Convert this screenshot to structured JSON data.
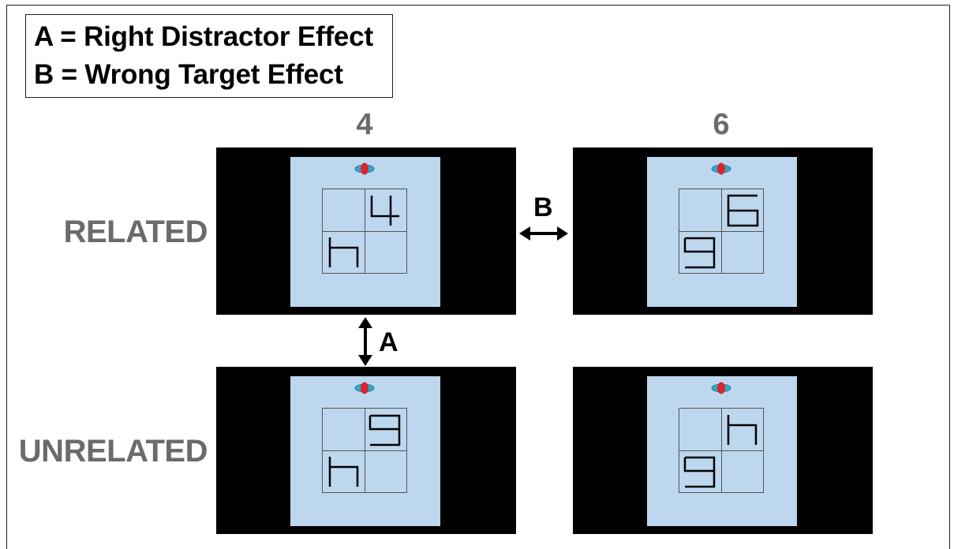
{
  "legend": {
    "line_a": "A = Right Distractor Effect",
    "line_b": "B = Wrong Target Effect"
  },
  "columns": [
    "4",
    "6"
  ],
  "rows": [
    "RELATED",
    "UNRELATED"
  ],
  "arrows": {
    "horizontal_label": "B",
    "vertical_label": "A"
  },
  "panels": [
    {
      "row": "RELATED",
      "column": "4",
      "top_right": "4",
      "bottom_left": "4"
    },
    {
      "row": "RELATED",
      "column": "6",
      "top_right": "6",
      "bottom_left": "9"
    },
    {
      "row": "UNRELATED",
      "column": "4",
      "top_right": "9",
      "bottom_left": "4"
    },
    {
      "row": "UNRELATED",
      "column": "6",
      "top_right": "4",
      "bottom_left": "9"
    }
  ],
  "colors": {
    "screen": "#bcd7ee",
    "panel_bg": "#000000",
    "header_text": "#6b6b6b",
    "fixation_outer": "#35a7c9",
    "fixation_inner": "#d8262c"
  }
}
